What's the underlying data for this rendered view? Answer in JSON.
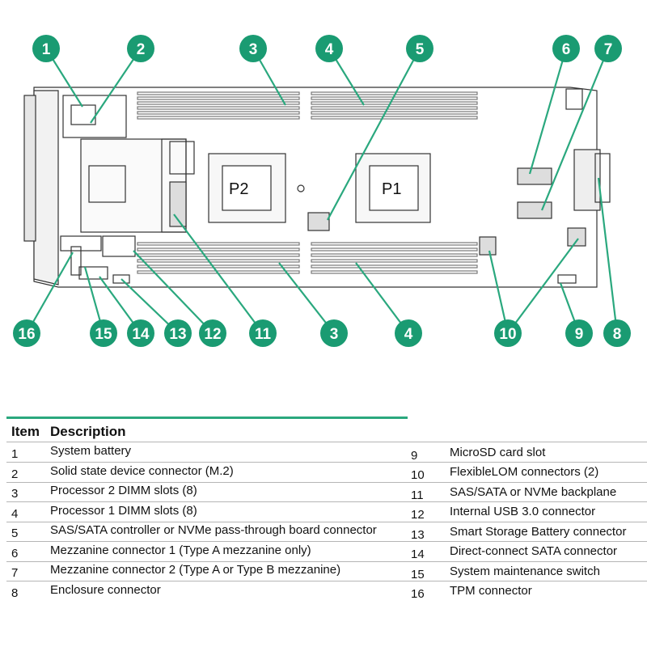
{
  "diagram": {
    "chip_labels": {
      "p2": "P2",
      "p1": "P1"
    },
    "callout_color": "#1a9b72",
    "callouts": [
      {
        "id": "c1",
        "label": "1"
      },
      {
        "id": "c2",
        "label": "2"
      },
      {
        "id": "c3a",
        "label": "3"
      },
      {
        "id": "c4a",
        "label": "4"
      },
      {
        "id": "c5",
        "label": "5"
      },
      {
        "id": "c6",
        "label": "6"
      },
      {
        "id": "c7",
        "label": "7"
      },
      {
        "id": "c16",
        "label": "16"
      },
      {
        "id": "c15",
        "label": "15"
      },
      {
        "id": "c14",
        "label": "14"
      },
      {
        "id": "c13",
        "label": "13"
      },
      {
        "id": "c12",
        "label": "12"
      },
      {
        "id": "c11",
        "label": "11"
      },
      {
        "id": "c3b",
        "label": "3"
      },
      {
        "id": "c4b",
        "label": "4"
      },
      {
        "id": "c10",
        "label": "10"
      },
      {
        "id": "c9",
        "label": "9"
      },
      {
        "id": "c8",
        "label": "8"
      }
    ]
  },
  "legend": {
    "header_item": "Item",
    "header_description": "Description",
    "rows": [
      {
        "item": "1",
        "description": "System battery"
      },
      {
        "item": "2",
        "description": "Solid state device connector (M.2)"
      },
      {
        "item": "3",
        "description": "Processor 2 DIMM slots (8)"
      },
      {
        "item": "4",
        "description": "Processor 1 DIMM slots (8)"
      },
      {
        "item": "5",
        "description": "SAS/SATA controller or NVMe pass-through board connector"
      },
      {
        "item": "6",
        "description": "Mezzanine connector 1 (Type A mezzanine only)"
      },
      {
        "item": "7",
        "description": "Mezzanine connector 2 (Type A or Type B mezzanine)"
      },
      {
        "item": "8",
        "description": "Enclosure connector"
      },
      {
        "item": "9",
        "description": "MicroSD card slot"
      },
      {
        "item": "10",
        "description": "FlexibleLOM connectors (2)"
      },
      {
        "item": "11",
        "description": "SAS/SATA or NVMe backplane"
      },
      {
        "item": "12",
        "description": "Internal USB 3.0 connector"
      },
      {
        "item": "13",
        "description": "Smart Storage Battery connector"
      },
      {
        "item": "14",
        "description": "Direct-connect SATA connector"
      },
      {
        "item": "15",
        "description": "System maintenance switch"
      },
      {
        "item": "16",
        "description": "TPM connector"
      }
    ]
  }
}
